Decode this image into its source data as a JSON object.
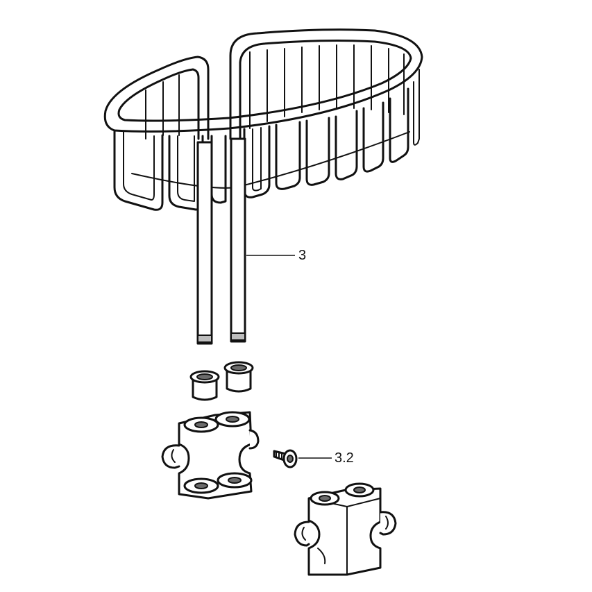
{
  "diagram": {
    "callouts": [
      {
        "id": "rods",
        "label": "3"
      },
      {
        "id": "screw",
        "label": "3.2"
      }
    ]
  }
}
